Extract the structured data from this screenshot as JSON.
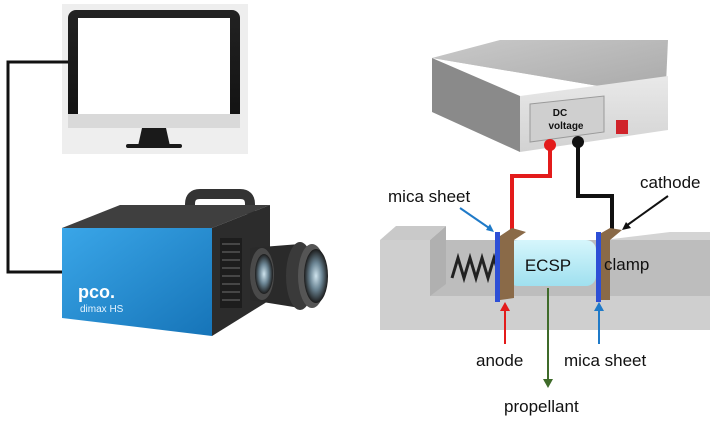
{
  "labels": {
    "dc_line1": "DC",
    "dc_line2": "voltage",
    "cathode": "cathode",
    "mica_top": "mica sheet",
    "ecsp": "ECSP",
    "clamp": "clamp",
    "anode": "anode",
    "mica_bottom": "mica sheet",
    "propellant": "propellant",
    "camera_brand": "pco.",
    "camera_model": "dimax HS"
  },
  "colors": {
    "positive_wire": "#e31b1b",
    "negative_wire": "#111111",
    "mica": "#2d4fd6",
    "electrode": "#8a6a48",
    "ecsp_fill": "#b9ecf6",
    "camera_body": "#1f8fd6",
    "propellant_arrow": "#3f6b2a"
  }
}
